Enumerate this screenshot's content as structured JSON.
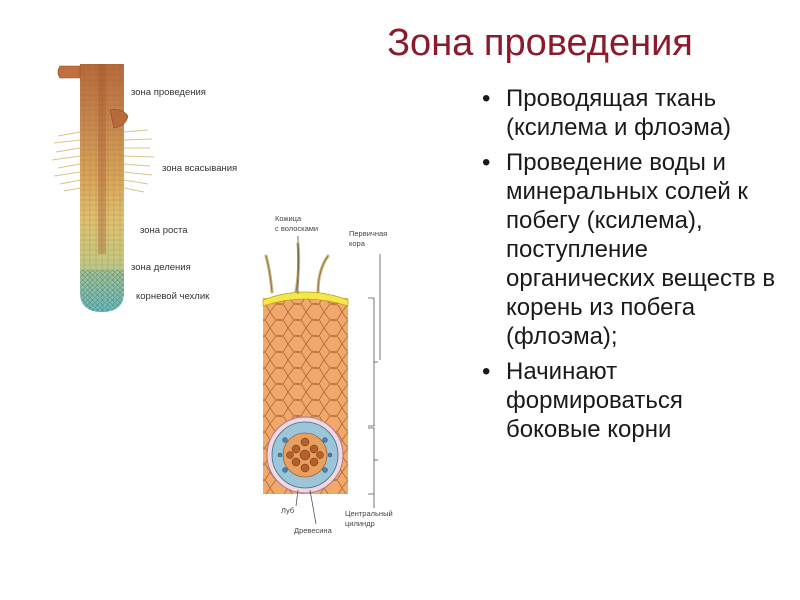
{
  "title": "Зона проведения",
  "bullets": [
    "Проводящая ткань (ксилема и флоэма)",
    "Проведение воды и минеральных солей к побегу (ксилема), поступление органических веществ в корень из побега (флоэма);",
    "Начинают формироваться боковые корни"
  ],
  "root_diagram": {
    "labels": {
      "conduction_zone": "зона проведения",
      "absorption_zone": "зона всасывания",
      "growth_zone": "зона роста",
      "division_zone": "зона деления",
      "root_cap": "корневой чехлик"
    }
  },
  "cross_section": {
    "labels": {
      "skin_line1": "Кожица",
      "skin_line2": "с волосками",
      "cortex_line1": "Первичная",
      "cortex_line2": "кора",
      "phloem": "Луб",
      "xylem": "Древесина",
      "central_line1": "Центральный",
      "central_line2": "цилиндр"
    }
  },
  "colors": {
    "title": "#8b1a2b",
    "conduction": "#b8693a",
    "absorption": "#d9a55a",
    "growth": "#e0c070",
    "division": "#b9c98a",
    "cap": "#6cc0c8",
    "cortex": "#f2a86a",
    "epidermis": "#f5e64a",
    "stele_ring": "#9cc5d8",
    "xylem": "#b4602a"
  }
}
